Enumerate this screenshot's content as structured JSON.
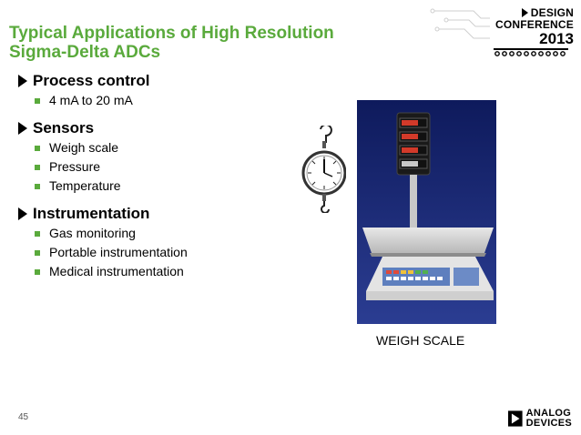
{
  "slide": {
    "title_line1": "Typical Applications of High Resolution",
    "title_line2": "Sigma-Delta ADCs",
    "sections": [
      {
        "heading": "Process control",
        "items": [
          "4 mA to 20 mA"
        ]
      },
      {
        "heading": "Sensors",
        "items": [
          "Weigh scale",
          "Pressure",
          "Temperature"
        ]
      },
      {
        "heading": "Instrumentation",
        "items": [
          "Gas monitoring",
          "Portable instrumentation",
          "Medical instrumentation"
        ]
      }
    ],
    "caption": "WEIGH SCALE",
    "page_number": "45"
  },
  "conference_logo": {
    "line1": "DESIGN",
    "line2": "CONFERENCE",
    "year": "2013"
  },
  "company_logo": {
    "line1": "ANALOG",
    "line2": "DEVICES"
  },
  "colors": {
    "title": "#5aaa3c",
    "bullet_square": "#5aaa3c",
    "photo_background": "#1c2a78"
  }
}
